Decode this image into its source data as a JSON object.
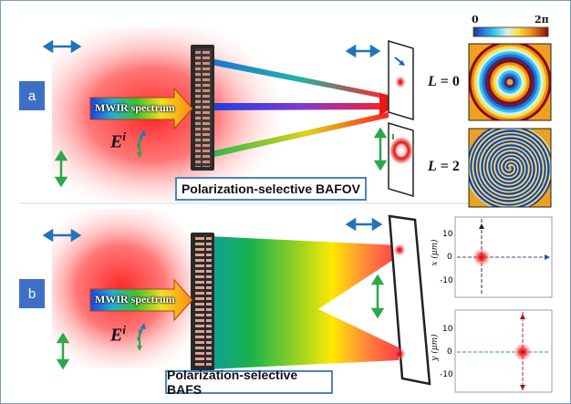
{
  "panels": {
    "a": {
      "tag": "a",
      "spectrum_label": "MWIR spectrum",
      "field_symbol": "E",
      "field_superscript": "i",
      "caption": "Polarization-selective BAFOV",
      "colorbar": {
        "min_label": "0",
        "max_label": "2π"
      },
      "mode_labels": [
        {
          "symbol": "L",
          "eq": " = ",
          "value": "0"
        },
        {
          "symbol": "L",
          "eq": " = ",
          "value": "2"
        }
      ]
    },
    "b": {
      "tag": "b",
      "spectrum_label": "MWIR spectrum",
      "field_symbol": "E",
      "field_superscript": "i",
      "caption": "Polarization-selective BAFS",
      "plot_x": {
        "axis_label": "x (μm)",
        "ticks": [
          "10",
          "0",
          "-10"
        ]
      },
      "plot_y": {
        "axis_label": "y (μm)",
        "ticks": [
          "10",
          "0",
          "-10"
        ]
      }
    }
  },
  "colors": {
    "panel_tag": "#3d6fc6",
    "caption_border": "#4a84c4",
    "polarization_horizontal": "#1f74bd",
    "polarization_vertical": "#2aa84a",
    "beam": "#ff2a2a"
  }
}
